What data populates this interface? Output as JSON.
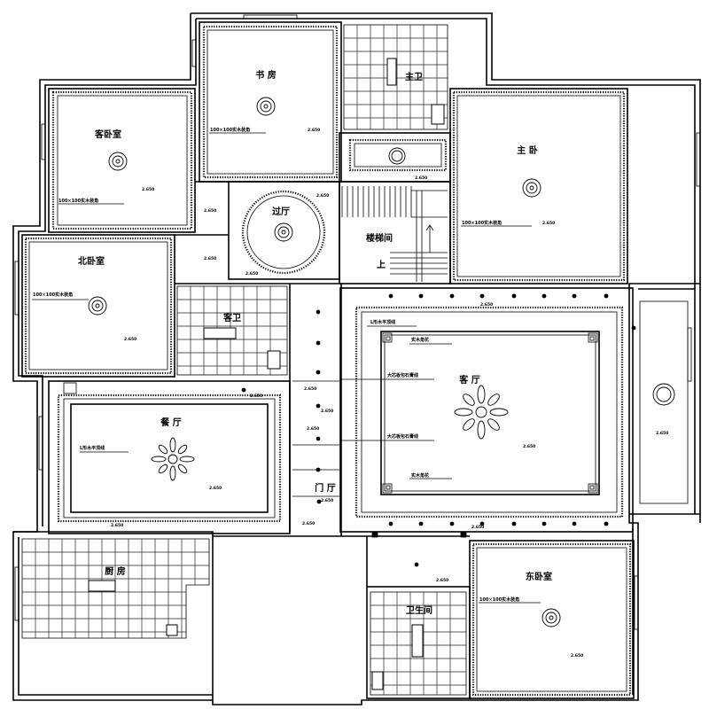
{
  "rooms": {
    "study": "书  房",
    "master_bath": "主卫",
    "guest_bedroom": "客卧室",
    "master_bedroom": "主  卧",
    "foyer": "过厅",
    "stair": "楼梯间",
    "stair_up": "上",
    "north_bedroom": "北卧室",
    "guest_bath": "客卫",
    "living": "客  厅",
    "dining": "餐  厅",
    "entry": "门  厅",
    "kitchen": "厨  房",
    "wc": "卫生间",
    "east_bedroom": "东卧室"
  },
  "notes": {
    "wood_trim_study": "100×100实木装角",
    "wood_trim_guest": "100×100实木装角",
    "wood_trim_master": "100×100实木装角",
    "wood_trim_north": "100×100实木装角",
    "wood_trim_east": "100×100实木装角",
    "level_ceiling_living": "L形木平顶线",
    "solid_corner_1": "实木角花",
    "gypsum_line_1": "大芯板包石膏线",
    "gypsum_line_2": "大芯板包石膏线",
    "solid_corner_2": "实木角花",
    "level_ceiling_dining": "L形木平顶线"
  },
  "elevations": {
    "study": "2.650",
    "guest_bedroom": "2.650",
    "master_bedroom": "2.650",
    "corridor_top": "2.650",
    "foyer_a": "2.650",
    "foyer_b": "2.650",
    "small_a": "2.650",
    "small_b": "2.650",
    "north_bedroom": "2.650",
    "living_top": "2.650",
    "living_center": "2.650",
    "living_bottom": "2.650",
    "east_strip": "2.650",
    "dining_top": "2.650",
    "dining_center": "2.650",
    "dining_bottom": "2.650",
    "hall_1": "2.650",
    "hall_2": "2.650",
    "hall_3": "2.650",
    "hall_4": "2.650",
    "entry": "2.650",
    "wc_top": "2.650",
    "east_bedroom": "2.650"
  }
}
